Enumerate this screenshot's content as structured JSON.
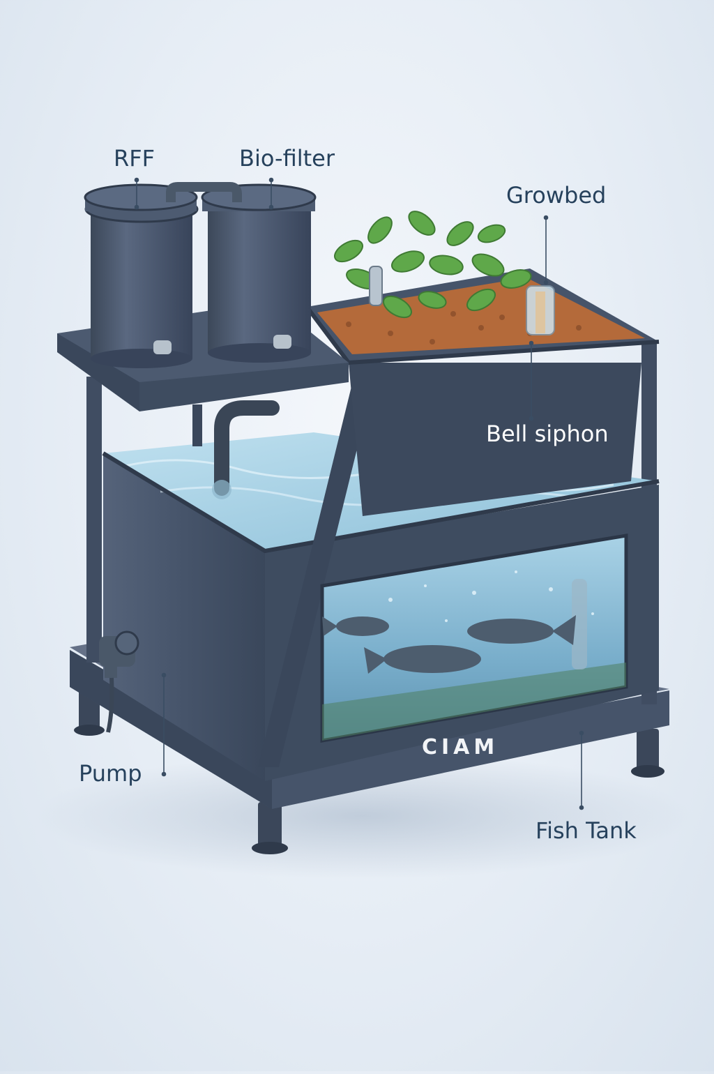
{
  "labels": {
    "rff": "RFF",
    "bio_filter": "Bio-filter",
    "growbed": "Growbed",
    "bell_siphon": "Bell siphon",
    "pump": "Pump",
    "fish_tank": "Fish Tank"
  },
  "brand": "CIAM",
  "colors": {
    "frame": "#3e4c60",
    "frame_dark": "#2f3a4b",
    "water": "#7fb3cf",
    "plants": "#5fa84a",
    "media": "#b46a3a",
    "label_text": "#26415c"
  }
}
